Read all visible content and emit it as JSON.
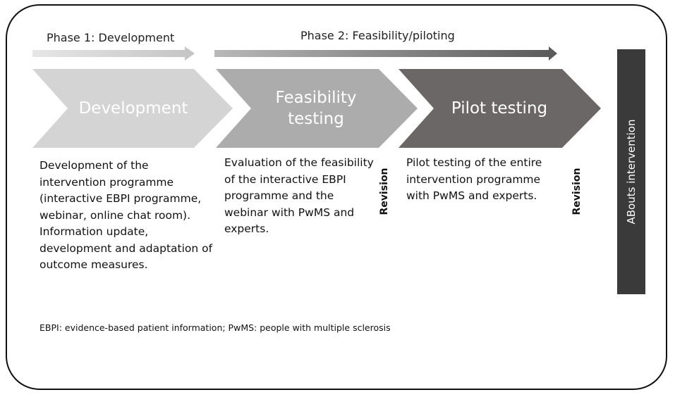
{
  "phases": {
    "phase1_label": "Phase 1: Development",
    "phase2_label": "Phase 2: Feasibility/piloting"
  },
  "stages": [
    {
      "title_line1": "Development",
      "title_line2": "",
      "description": "Development of the intervention programme (interactive EBPI programme, webinar, online chat room). Information update, development and adaptation of outcome measures.",
      "color": "#d4d4d4"
    },
    {
      "title_line1": "Feasibility",
      "title_line2": "testing",
      "description": "Evaluation of the feasibility of the interactive EBPI programme and the webinar with PwMS and experts.",
      "color": "#acacac"
    },
    {
      "title_line1": "Pilot testing",
      "title_line2": "",
      "description": "Pilot testing of the entire intervention programme with PwMS and experts.",
      "color": "#6b6767"
    }
  ],
  "revision_label_1": "Revision",
  "revision_label_2": "Revision",
  "side_label": "ABouts intervention",
  "footnote": "EBPI: evidence-based patient information; PwMS: people with multiple sclerosis",
  "colors": {
    "phase1_arrow": "#d0d0d0",
    "phase2_arrow": "#6a6a6a",
    "side_bar": "#3a3a3a"
  }
}
